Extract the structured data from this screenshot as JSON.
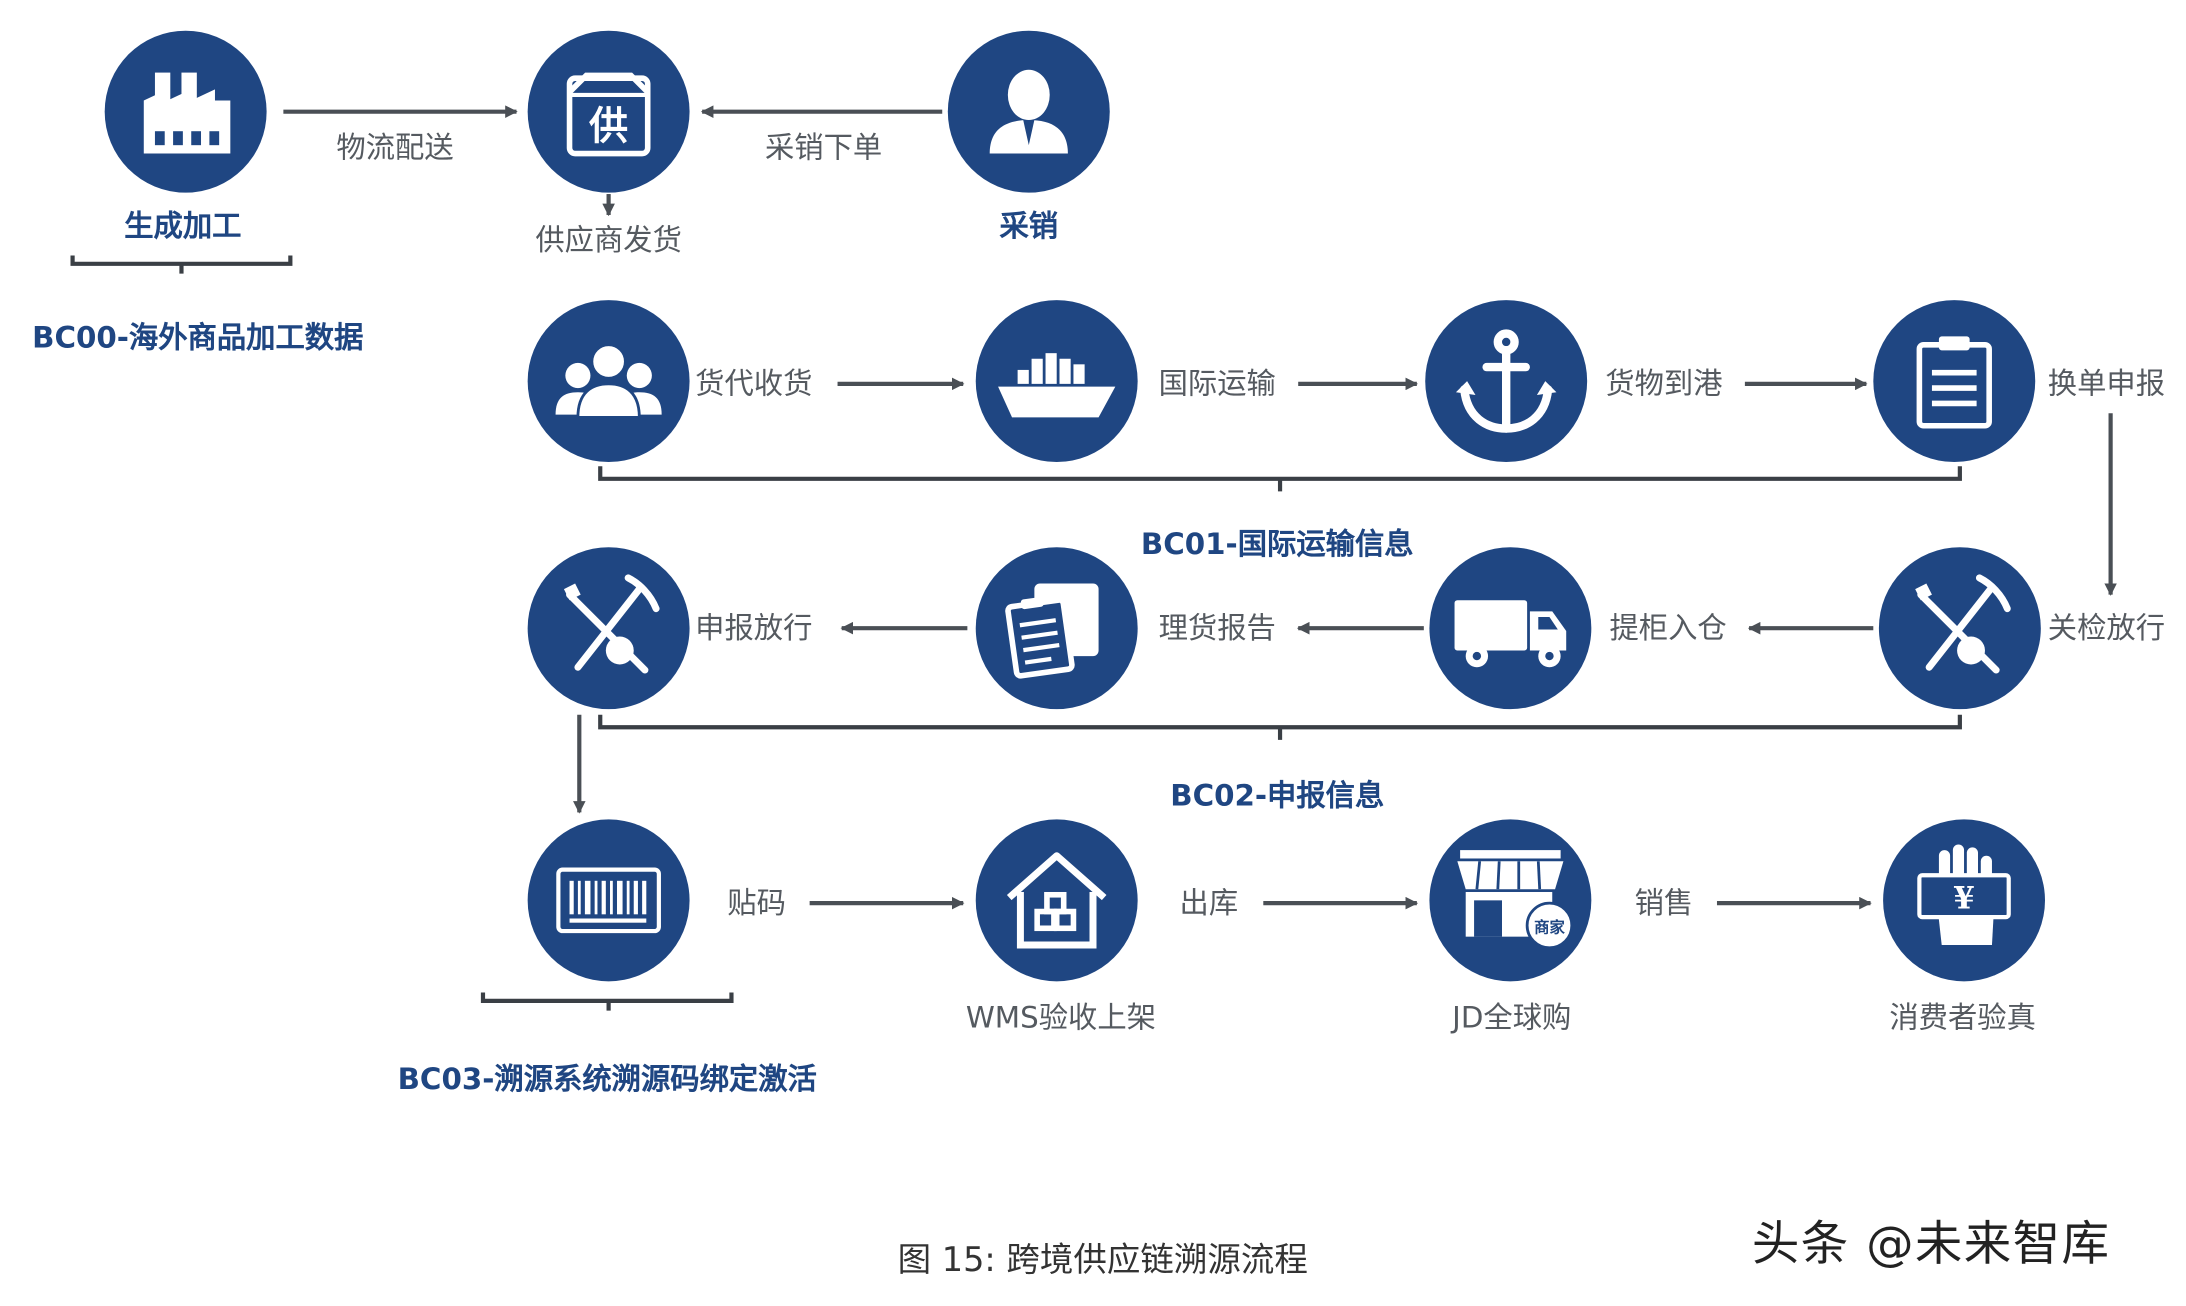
{
  "nodes": {
    "production": {
      "label": "生成加工",
      "icon": "factory-icon"
    },
    "supplier": {
      "label": "供应商发货",
      "icon": "box-icon",
      "glyph": "供"
    },
    "purchasing": {
      "label": "采销",
      "icon": "person-icon"
    },
    "forwarder": {
      "label": "货代收货",
      "icon": "people-icon"
    },
    "shipping": {
      "label": "国际运输",
      "icon": "ship-icon"
    },
    "port": {
      "label": "货物到港",
      "icon": "anchor-icon"
    },
    "exchange": {
      "label": "换单申报",
      "icon": "clipboard-icon"
    },
    "inspection": {
      "label": "关检放行",
      "icon": "tools-icon"
    },
    "warehouse_in": {
      "label": "提柜入仓",
      "icon": "truck-icon"
    },
    "tally": {
      "label": "理货报告",
      "icon": "report-icon"
    },
    "release": {
      "label": "申报放行",
      "icon": "tools-icon"
    },
    "labeling": {
      "label": "贴码",
      "icon": "barcode-icon"
    },
    "wms": {
      "label": "WMS验收上架",
      "icon": "warehouse-icon"
    },
    "jd": {
      "label": "JD全球购",
      "icon": "shop-icon",
      "badge": "商家"
    },
    "consumer": {
      "label": "消费者验真",
      "icon": "hand-money-icon",
      "glyph": "¥"
    }
  },
  "edges": {
    "logistics": "物流配送",
    "order": "采销下单",
    "outbound": "出库",
    "sale": "销售"
  },
  "groups": {
    "bc00": "BC00-海外商品加工数据",
    "bc01": "BC01-国际运输信息",
    "bc02": "BC02-申报信息",
    "bc03": "BC03-溯源系统溯源码绑定激活"
  },
  "caption": "图 15: 跨境供应链溯源流程",
  "watermark": "头条 @未来智库",
  "colors": {
    "node": "#1f4682",
    "arrow": "#4a4f55",
    "text": "#555a60",
    "group": "#1f4682"
  }
}
